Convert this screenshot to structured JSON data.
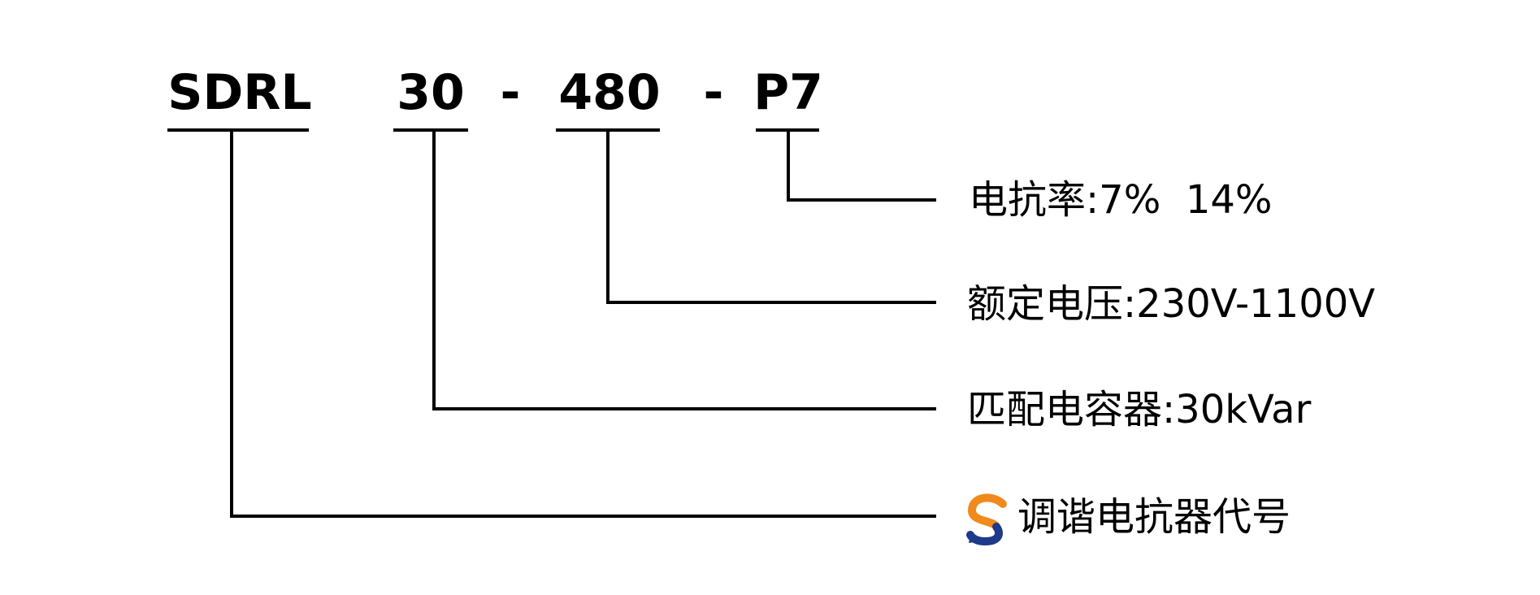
{
  "model_code": {
    "segments": [
      {
        "id": "series",
        "text": "SDRL"
      },
      {
        "id": "sep1",
        "text": "-"
      },
      {
        "id": "capacity",
        "text": "30"
      },
      {
        "id": "sep2",
        "text": "-"
      },
      {
        "id": "voltage",
        "text": "480"
      },
      {
        "id": "sep3",
        "text": "-"
      },
      {
        "id": "ratio",
        "text": "P7"
      }
    ]
  },
  "descriptions": {
    "ratio": "电抗率:7%  14%",
    "voltage": "额定电压:230V-1100V",
    "capacity": "匹配电容器:30kVar",
    "series": "调谐电抗器代号"
  },
  "logo": {
    "name": "s-logo-icon",
    "colors": {
      "orange": "#f08a1d",
      "navy": "#1e3a8a"
    }
  }
}
